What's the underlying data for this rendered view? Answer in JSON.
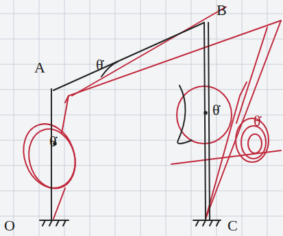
{
  "diagram": {
    "labels": [
      "A",
      "B",
      "O",
      "C",
      "θ̇",
      "θ̇",
      "θ̇",
      "θ̇"
    ]
  }
}
